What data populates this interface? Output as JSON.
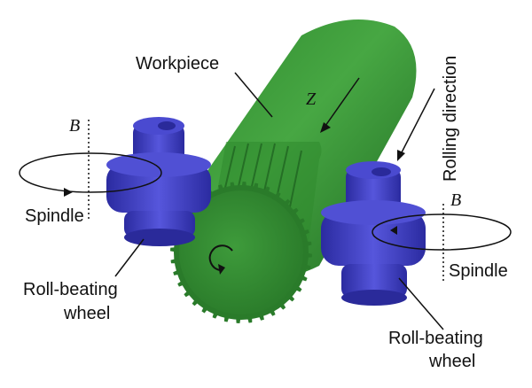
{
  "labels": {
    "workpiece": "Workpiece",
    "z_axis": "Z",
    "rolling_direction": "Rolling direction",
    "b_left": "B",
    "b_right": "B",
    "spindle_left": "Spindle",
    "spindle_right": "Spindle",
    "wheel_left_line1": "Roll-beating",
    "wheel_left_line2": "wheel",
    "wheel_right_line1": "Roll-beating",
    "wheel_right_line2": "wheel"
  },
  "colors": {
    "workpiece_green": "#3f9a3c",
    "workpiece_dark": "#1f6a22",
    "wheel_blue": "#4a4ad0",
    "wheel_dark": "#2a2a9a"
  },
  "icons": {
    "rotation_arrow": "curved-arrow-icon"
  }
}
